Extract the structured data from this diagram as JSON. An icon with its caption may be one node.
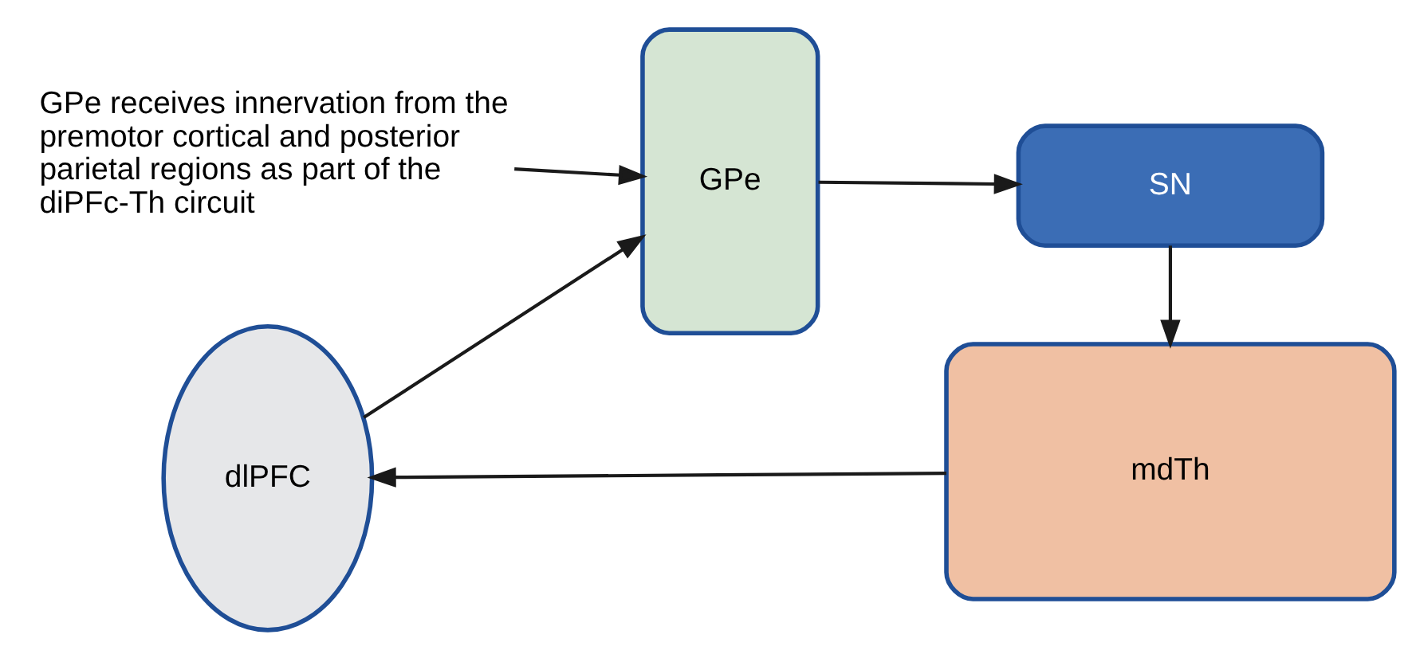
{
  "diagram": {
    "nodes": [
      {
        "text": [
          "dlPFC"
        ]
      },
      {
        "text": [
          "mdTh"
        ]
      },
      {
        "text": [
          "GPe"
        ]
      },
      {
        "text": [
          "SN"
        ]
      },
      {
        "text": [
          "GPe receives innervation from the premotor cortical and posterior parietal regions as part of the diPFc-Th circuit"
        ]
      }
    ],
    "edges": [
      {
        "from": 1,
        "to": 0,
        "arrow": "to"
      },
      {
        "from": 0,
        "to": 2,
        "arrow": "to"
      },
      {
        "from": 4,
        "to": 2,
        "arrow": "to"
      },
      {
        "from": 2,
        "to": 3,
        "arrow": "to"
      },
      {
        "from": 3,
        "to": 1,
        "arrow": "to"
      }
    ]
  }
}
